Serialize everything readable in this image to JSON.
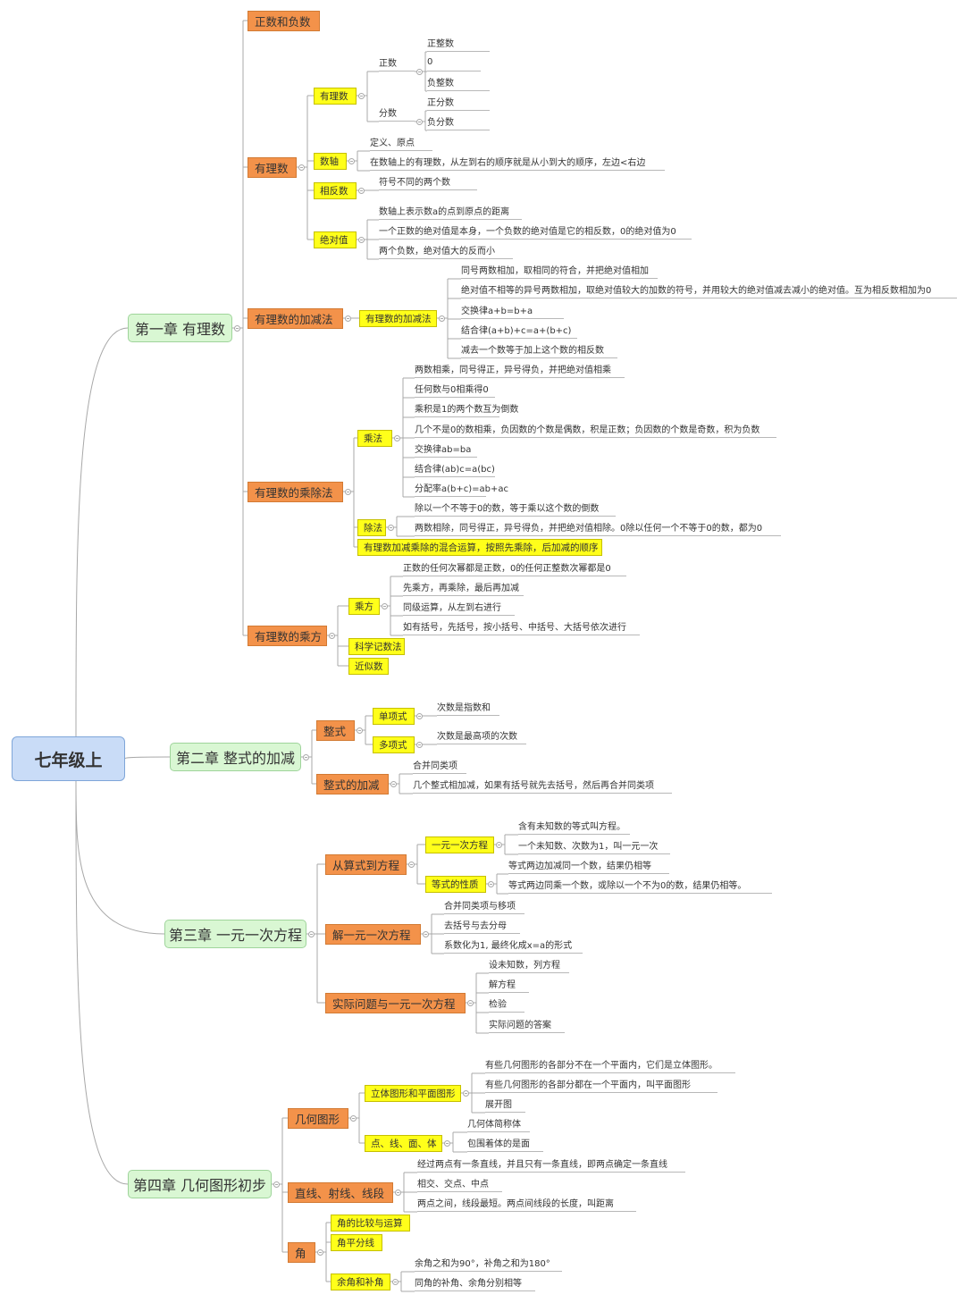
{
  "root": "七年级上",
  "chapters": [
    {
      "label": "第一章 有理数",
      "children": [
        {
          "label": "正数和负数"
        },
        {
          "label": "有理数",
          "children": [
            {
              "label": "有理数",
              "children": [
                {
                  "label": "正数",
                  "children": [
                    {
                      "label": "正整数"
                    },
                    {
                      "label": "0"
                    },
                    {
                      "label": "负整数"
                    }
                  ]
                },
                {
                  "label": "分数",
                  "children": [
                    {
                      "label": "正分数"
                    },
                    {
                      "label": "负分数"
                    }
                  ]
                }
              ]
            },
            {
              "label": "数轴",
              "children": [
                {
                  "label": "定义、原点"
                },
                {
                  "label": "在数轴上的有理数，从左到右的顺序就是从小到大的顺序，左边<右边"
                }
              ]
            },
            {
              "label": "相反数",
              "children": [
                {
                  "label": "符号不同的两个数"
                }
              ]
            },
            {
              "label": "绝对值",
              "children": [
                {
                  "label": "数轴上表示数a的点到原点的距离"
                },
                {
                  "label": "一个正数的绝对值是本身，一个负数的绝对值是它的相反数，0的绝对值为0"
                },
                {
                  "label": "两个负数，绝对值大的反而小"
                }
              ]
            }
          ]
        },
        {
          "label": "有理数的加减法",
          "children": [
            {
              "label": "有理数的加减法",
              "children": [
                {
                  "label": "同号两数相加，取相同的符合，并把绝对值相加"
                },
                {
                  "label": "绝对值不相等的异号两数相加，取绝对值较大的加数的符号，并用较大的绝对值减去减小的绝对值。互为相反数相加为0"
                },
                {
                  "label": "交换律a+b=b+a"
                },
                {
                  "label": "结合律(a+b)+c=a+(b+c)"
                },
                {
                  "label": "减去一个数等于加上这个数的相反数"
                }
              ]
            }
          ]
        },
        {
          "label": "有理数的乘除法",
          "children": [
            {
              "label": "乘法",
              "children": [
                {
                  "label": "两数相乘，同号得正，异号得负，并把绝对值相乘"
                },
                {
                  "label": "任何数与0相乘得0"
                },
                {
                  "label": "乘积是1的两个数互为倒数"
                },
                {
                  "label": "几个不是0的数相乘，负因数的个数是偶数，积是正数；负因数的个数是奇数，积为负数"
                },
                {
                  "label": "交换律ab=ba"
                },
                {
                  "label": "结合律(ab)c=a(bc)"
                },
                {
                  "label": "分配率a(b+c)=ab+ac"
                }
              ]
            },
            {
              "label": "除法",
              "children": [
                {
                  "label": "除以一个不等于0的数，等于乘以这个数的倒数"
                },
                {
                  "label": "两数相除，同号得正，异号得负，并把绝对值相除。0除以任何一个不等于0的数，都为0"
                }
              ]
            },
            {
              "label": "有理数加减乘除的混合运算，按照先乘除，后加减的顺序"
            }
          ]
        },
        {
          "label": "有理数的乘方",
          "children": [
            {
              "label": "乘方",
              "children": [
                {
                  "label": "正数的任何次幂都是正数，0的任何正整数次幂都是0"
                },
                {
                  "label": "先乘方，再乘除，最后再加减"
                },
                {
                  "label": "同级运算，从左到右进行"
                },
                {
                  "label": "如有括号，先括号，按小括号、中括号、大括号依次进行"
                }
              ]
            },
            {
              "label": "科学记数法"
            },
            {
              "label": "近似数"
            }
          ]
        }
      ]
    },
    {
      "label": "第二章 整式的加减",
      "children": [
        {
          "label": "整式",
          "children": [
            {
              "label": "单项式",
              "children": [
                {
                  "label": "次数是指数和"
                }
              ]
            },
            {
              "label": "多项式",
              "children": [
                {
                  "label": "次数是最高项的次数"
                }
              ]
            }
          ]
        },
        {
          "label": "整式的加减",
          "children": [
            {
              "label": "合并同类项"
            },
            {
              "label": "几个整式相加减，如果有括号就先去括号，然后再合并同类项"
            }
          ]
        }
      ]
    },
    {
      "label": "第三章 一元一次方程",
      "children": [
        {
          "label": "从算式到方程",
          "children": [
            {
              "label": "一元一次方程",
              "children": [
                {
                  "label": "含有未知数的等式叫方程。"
                },
                {
                  "label": "一个未知数、次数为1，叫一元一次"
                }
              ]
            },
            {
              "label": "等式的性质",
              "children": [
                {
                  "label": "等式两边加减同一个数，结果仍相等"
                },
                {
                  "label": "等式两边同乘一个数，或除以一个不为0的数，结果仍相等。"
                }
              ]
            }
          ]
        },
        {
          "label": "解一元一次方程",
          "children": [
            {
              "label": "合并同类项与移项"
            },
            {
              "label": "去括号与去分母"
            },
            {
              "label": "系数化为1, 最终化成x=a的形式"
            }
          ]
        },
        {
          "label": "实际问题与一元一次方程",
          "children": [
            {
              "label": "设未知数，列方程"
            },
            {
              "label": "解方程"
            },
            {
              "label": "检验"
            },
            {
              "label": "实际问题的答案"
            }
          ]
        }
      ]
    },
    {
      "label": "第四章 几何图形初步",
      "children": [
        {
          "label": "几何图形",
          "children": [
            {
              "label": "立体图形和平面图形",
              "children": [
                {
                  "label": "有些几何图形的各部分不在一个平面内，它们是立体图形。"
                },
                {
                  "label": "有些几何图形的各部分都在一个平面内，叫平面图形"
                },
                {
                  "label": "展开图"
                }
              ]
            },
            {
              "label": "点、线、面、体",
              "children": [
                {
                  "label": "几何体简称体"
                },
                {
                  "label": "包围着体的是面"
                }
              ]
            }
          ]
        },
        {
          "label": "直线、射线、线段",
          "children": [
            {
              "label": "经过两点有一条直线，并且只有一条直线，即两点确定一条直线"
            },
            {
              "label": "相交、交点、中点"
            },
            {
              "label": "两点之间，线段最短。两点间线段的长度，叫距离"
            }
          ]
        },
        {
          "label": "角",
          "children": [
            {
              "label": "角的比较与运算"
            },
            {
              "label": "角平分线"
            },
            {
              "label": "余角和补角",
              "children": [
                {
                  "label": "余角之和为90°，补角之和为180°"
                },
                {
                  "label": "同角的补角、余角分别相等"
                }
              ]
            }
          ]
        }
      ]
    }
  ],
  "colors": {
    "root": "#c9dcf7",
    "chapter": "#d9f7d3",
    "topic": "#f3924a",
    "subtopic": "#ffff1a"
  }
}
